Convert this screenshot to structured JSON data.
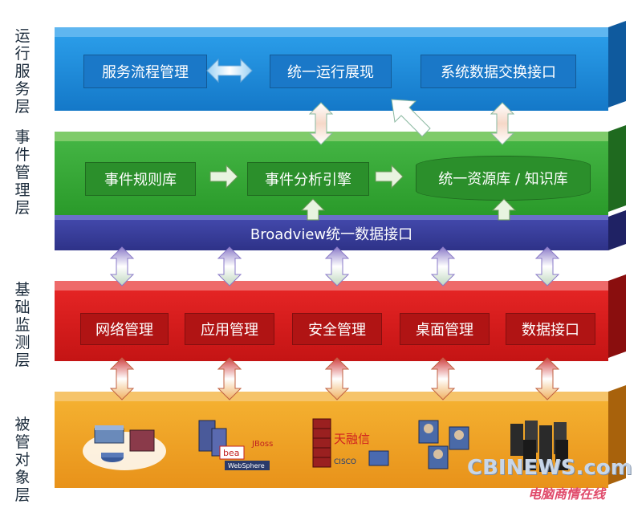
{
  "layers": {
    "run": {
      "side_label": "运行服务层",
      "boxes": [
        "服务流程管理",
        "统一运行展现",
        "系统数据交换接口"
      ]
    },
    "event": {
      "side_label": "事件管理层",
      "boxes": [
        "事件规则库",
        "事件分析引擎",
        "统一资源库 / 知识库"
      ]
    },
    "data_interface": {
      "label": "Broadview统一数据接口"
    },
    "monitor": {
      "side_label": "基础监测层",
      "boxes": [
        "网络管理",
        "应用管理",
        "安全管理",
        "桌面管理",
        "数据接口"
      ]
    },
    "managed": {
      "side_label": "被管对象层",
      "icons": [
        "network-devices-icon",
        "bea-jboss-websphere-icon",
        "firewall-tianrongxin-cisco-icon",
        "users-desktop-icon",
        "servers-icon"
      ],
      "logo_texts": [
        "bea",
        "JBoss",
        "WebSphere",
        "天融信",
        "CISCO"
      ]
    }
  },
  "watermark": {
    "main": "CBINEWS.com",
    "sub": "电脑商情在线"
  },
  "colors": {
    "run_layer": "#1c8fe0",
    "event_layer": "#3aa83a",
    "interface_bar": "#3a3d9a",
    "monitor_layer": "#d81e1e",
    "managed_layer": "#f0a020"
  }
}
